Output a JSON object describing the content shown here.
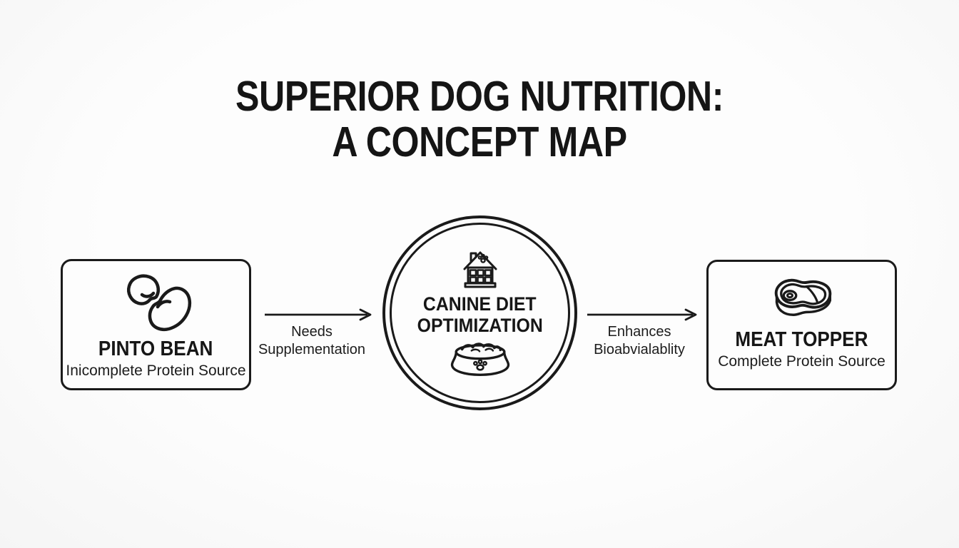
{
  "title": {
    "line1": "SUPERIOR DOG NUTRITION:",
    "line2": "A CONCEPT MAP"
  },
  "nodes": {
    "pinto_bean": {
      "title": "PINTO BEAN",
      "subtitle": "Inicomplete Protein Source",
      "icon": "bean-icon"
    },
    "canine_diet_optimization": {
      "title_line1": "CANINE DIET",
      "title_line2": "OPTIMIZATION",
      "icon_top": "house-icon",
      "icon_bottom": "dog-bowl-icon"
    },
    "meat_topper": {
      "title": "MEAT TOPPER",
      "subtitle": "Complete Protein Source",
      "icon": "steak-icon"
    }
  },
  "edges": [
    {
      "from": "pinto_bean",
      "to": "canine_diet_optimization",
      "label_line1": "Needs",
      "label_line2": "Supplementation"
    },
    {
      "from": "canine_diet_optimization",
      "to": "meat_topper",
      "label_line1": "Enhances",
      "label_line2": "Bioabvialablity"
    }
  ],
  "colors": {
    "background": "#fbfbfb",
    "line": "#1a1a1a",
    "text": "#141414"
  }
}
